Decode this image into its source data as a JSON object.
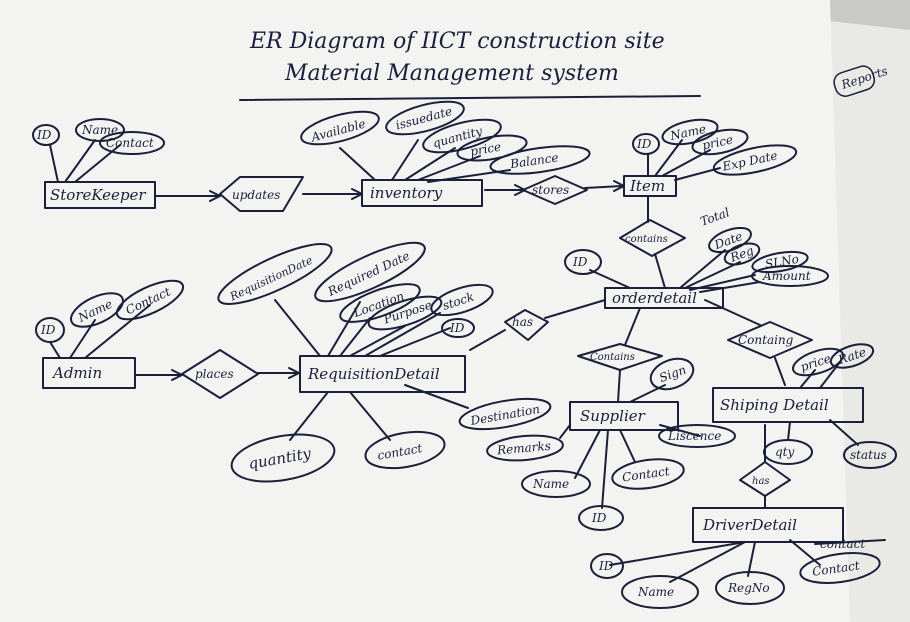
{
  "title_line1": "ER Diagram of IICT construction site",
  "title_line2": "Material Management system",
  "side_label": "Reports",
  "entities": {
    "storekeeper": "StoreKeeper",
    "inventory": "inventory",
    "item": "Item",
    "admin": "Admin",
    "requisition": "RequisitionDetail",
    "orderdetail": "orderdetail",
    "supplier": "Supplier",
    "shipping": "Shiping Detail",
    "driver": "DriverDetail"
  },
  "relationships": {
    "updates": "updates",
    "stores": "stores",
    "places": "places",
    "has1": "has",
    "contains1": "contains",
    "contains2": "Contains",
    "contains3": "Containg",
    "sign": "Sign",
    "has2": "has"
  },
  "attributes": {
    "sk_id": "ID",
    "sk_name": "Name",
    "sk_contact": "Contact",
    "inv_available": "Available",
    "inv_issuedate": "issuedate",
    "inv_quantity": "quantity",
    "inv_price": "price",
    "inv_balance": "Balance",
    "item_id": "ID",
    "item_name": "Name",
    "item_price": "price",
    "item_expdate": "Exp Date",
    "ad_id": "ID",
    "ad_name": "Name",
    "ad_contact": "Contact",
    "rq_reqdate": "RequisitionDate",
    "rq_required": "Required Date",
    "rq_location": "Location",
    "rq_purpose": "Purpose",
    "rq_stock": "stock",
    "rq_id": "ID",
    "rq_quantity": "quantity",
    "rq_contact": "contact",
    "rq_destination": "Destination",
    "od_id": "ID",
    "od_total": "Total",
    "od_date": "Date",
    "od_reg": "Reg",
    "od_slno": "SLNo",
    "od_amount": "Amount",
    "sp_remarks": "Remarks",
    "sp_licence": "Liscence",
    "sp_name": "Name",
    "sp_contact": "Contact",
    "sp_id": "ID",
    "sh_price": "price",
    "sh_rate": "Rate",
    "sh_qty": "qty",
    "sh_status": "status",
    "dr_id": "ID",
    "dr_name": "Name",
    "dr_regno": "RegNo",
    "dr_contact_struck": "contact",
    "dr_contact": "Contact"
  }
}
